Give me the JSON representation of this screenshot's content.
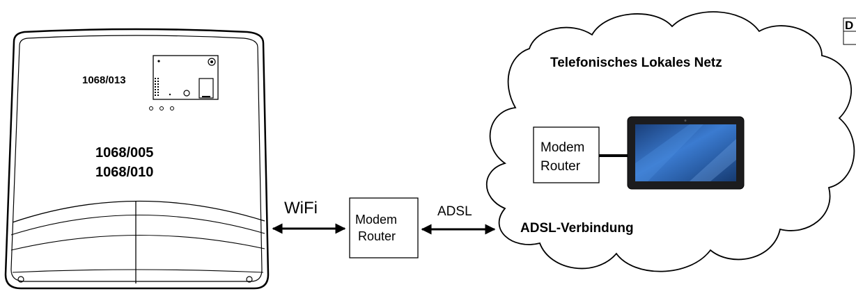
{
  "device": {
    "module_label": "1068/013",
    "model_line_1": "1068/005",
    "model_line_2": "1068/010"
  },
  "links": {
    "wifi_label": "WiFi",
    "adsl_label": "ADSL"
  },
  "local_router": {
    "line_1": "Modem",
    "line_2": "Router"
  },
  "cloud": {
    "title": "Telefonisches Lokales Netz",
    "connection_label": "ADSL-Verbindung",
    "remote_router": {
      "line_1": "Modem",
      "line_2": "Router"
    }
  },
  "corner_fragment": "D",
  "colors": {
    "line": "#000000",
    "tablet_frame": "#1c1c1e",
    "tablet_screen": "#2a5fa8"
  }
}
